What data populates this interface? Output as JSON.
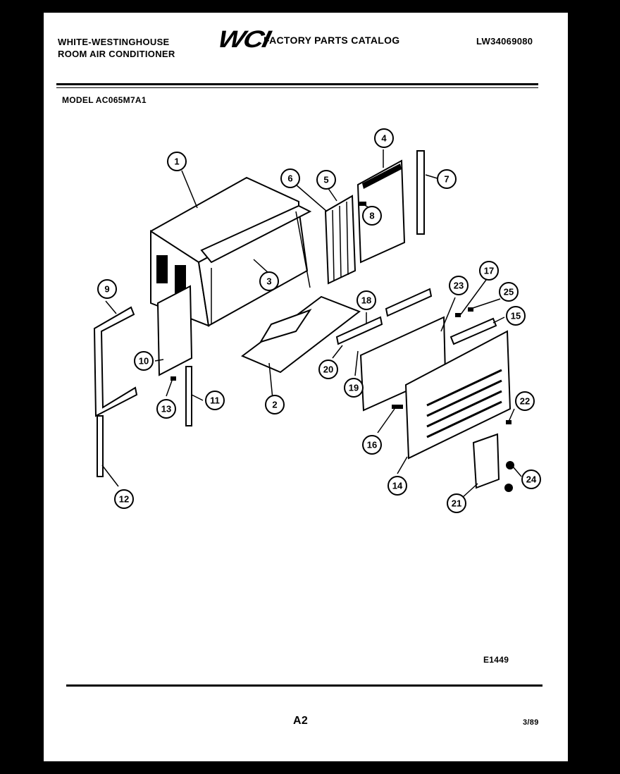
{
  "header": {
    "brand_line1": "WHITE-WESTINGHOUSE",
    "brand_line2": "ROOM AIR CONDITIONER",
    "logo": "WCI",
    "catalog_title": "FACTORY PARTS CATALOG",
    "catalog_number": "LW34069080",
    "model": "MODEL AC065M7A1"
  },
  "footer": {
    "figure_code": "E1449",
    "page": "A2",
    "date": "3/89"
  },
  "callouts": [
    "1",
    "2",
    "3",
    "4",
    "5",
    "6",
    "7",
    "8",
    "9",
    "10",
    "11",
    "12",
    "13",
    "14",
    "15",
    "16",
    "17",
    "18",
    "19",
    "20",
    "21",
    "22",
    "23",
    "24",
    "25"
  ]
}
